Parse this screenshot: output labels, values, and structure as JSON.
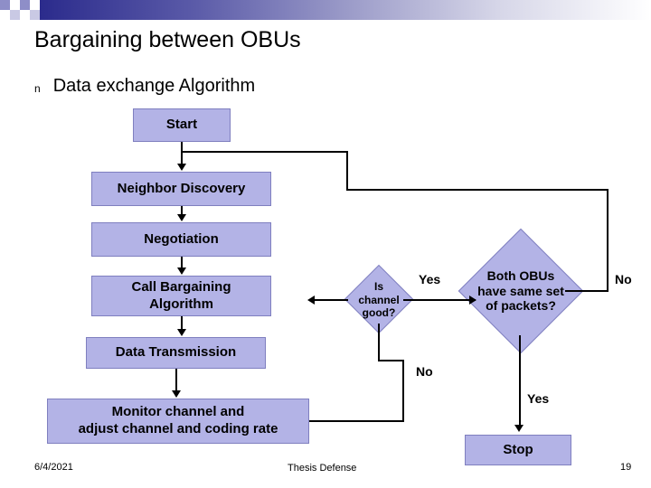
{
  "slide": {
    "title": "Bargaining between OBUs",
    "bullet": {
      "marker": "n",
      "text": "Data exchange Algorithm"
    }
  },
  "flowchart": {
    "nodes": [
      {
        "id": "start",
        "label": "Start"
      },
      {
        "id": "neighbor",
        "label": "Neighbor Discovery"
      },
      {
        "id": "negotiation",
        "label": "Negotiation"
      },
      {
        "id": "call",
        "label": "Call Bargaining\nAlgorithm"
      },
      {
        "id": "data",
        "label": "Data Transmission"
      },
      {
        "id": "monitor",
        "label": "Monitor channel and\nadjust channel and coding rate"
      },
      {
        "id": "stop",
        "label": "Stop"
      }
    ],
    "call_line1": "Call Bargaining",
    "call_line2": "Algorithm",
    "monitor_line1": "Monitor channel and",
    "monitor_line2": "adjust channel and coding rate",
    "decisions": [
      {
        "id": "channel",
        "line1": "Is",
        "line2": "channel",
        "line3": "good?"
      },
      {
        "id": "packets",
        "line1": "Both OBUs",
        "line2": "have same set",
        "line3": "of packets?"
      }
    ],
    "edge_labels": [
      {
        "id": "channel-yes",
        "text": "Yes"
      },
      {
        "id": "channel-no",
        "text": "No"
      },
      {
        "id": "packets-no",
        "text": "No"
      },
      {
        "id": "packets-yes",
        "text": "Yes"
      }
    ]
  },
  "footer": {
    "date": "6/4/2021",
    "center": "Thesis Defense",
    "page": "19"
  },
  "colors": {
    "node_fill": "#b3b3e6",
    "node_border": "#7f7fbf",
    "bar_accent": "#2b2b8c"
  }
}
